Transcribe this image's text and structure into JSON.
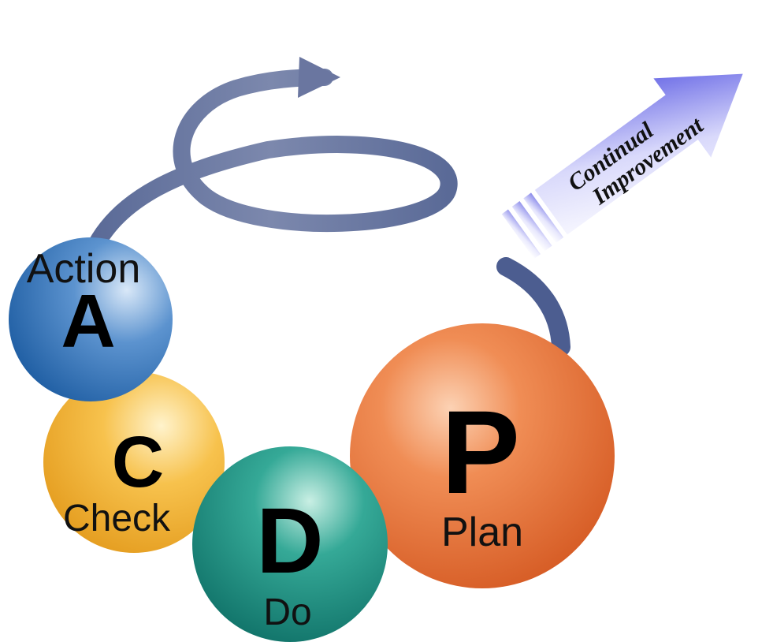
{
  "colors": {
    "plan": "#e9763f",
    "do": "#1f9484",
    "check": "#f3b739",
    "action": "#3d7bc0",
    "swirl": "#5f6f99",
    "arrow": "#6a6ae4"
  },
  "cycle": {
    "action": {
      "letter": "A",
      "label": "Action"
    },
    "check": {
      "letter": "C",
      "label": "Check"
    },
    "do": {
      "letter": "D",
      "label": "Do"
    },
    "plan": {
      "letter": "P",
      "label": "Plan"
    }
  },
  "arrow": {
    "line1": "Continual",
    "line2": "Improvement"
  }
}
